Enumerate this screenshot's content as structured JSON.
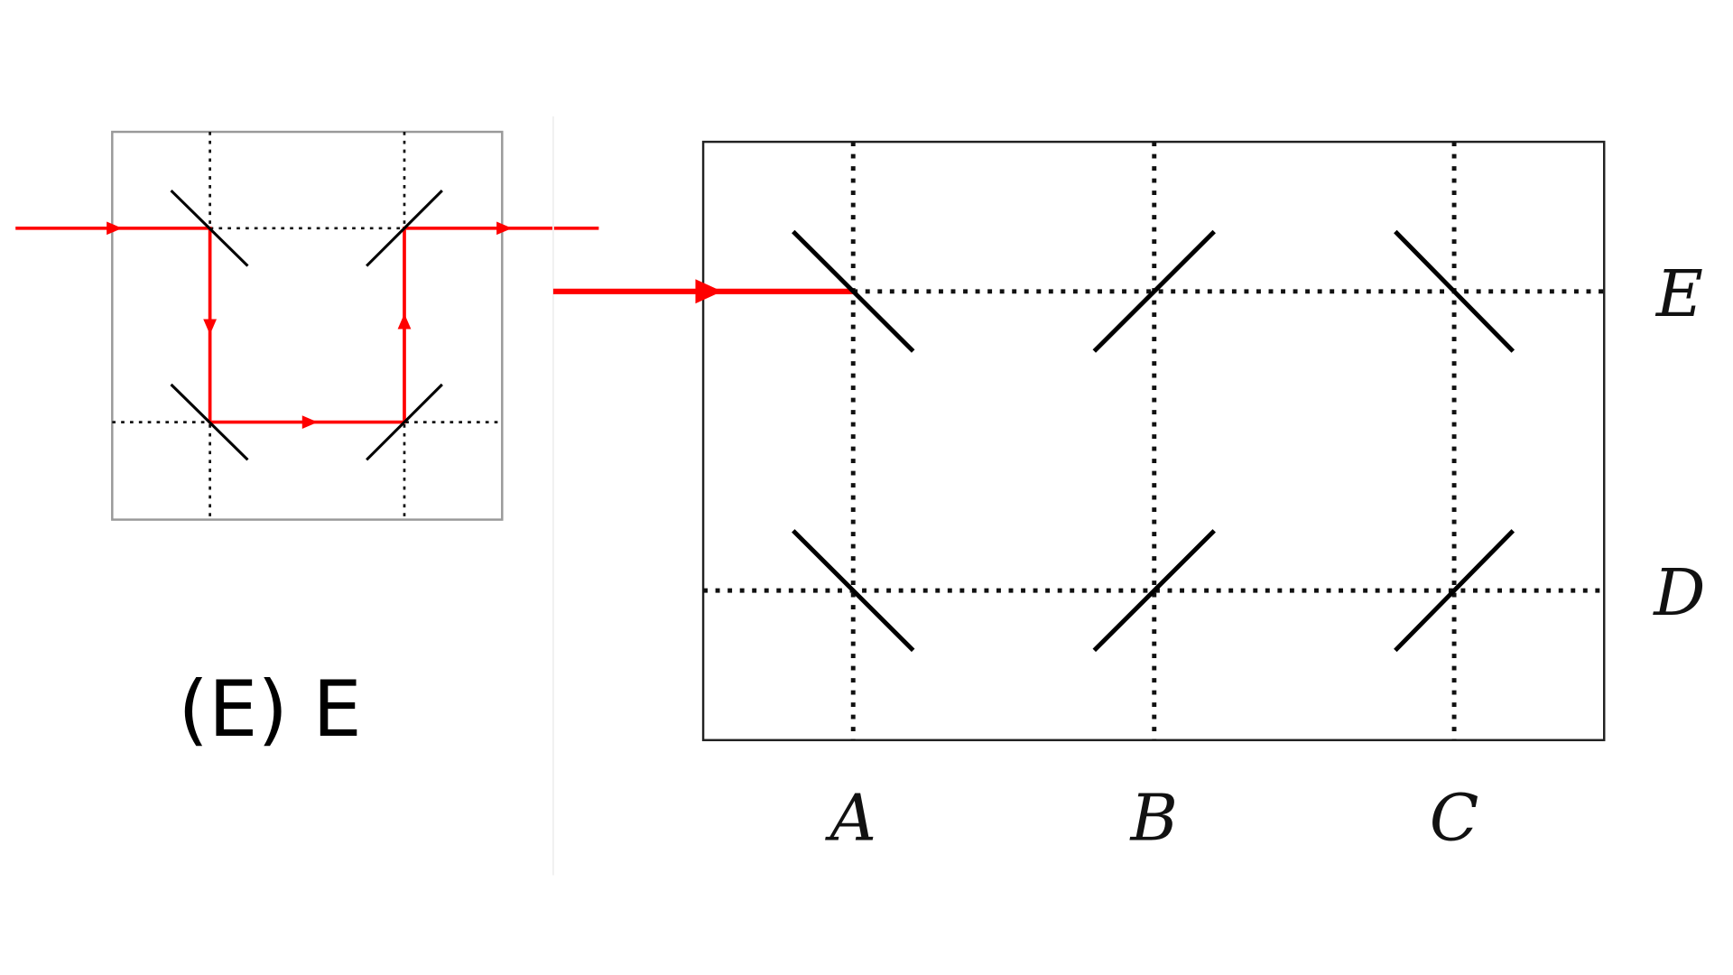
{
  "option": {
    "label": "(E) E"
  },
  "grid_labels": {
    "columns": [
      "A",
      "B",
      "C"
    ],
    "rows": [
      "E",
      "D"
    ]
  },
  "colors": {
    "beam": "#ff0000",
    "mirror": "#000000",
    "frame": "#999999"
  }
}
